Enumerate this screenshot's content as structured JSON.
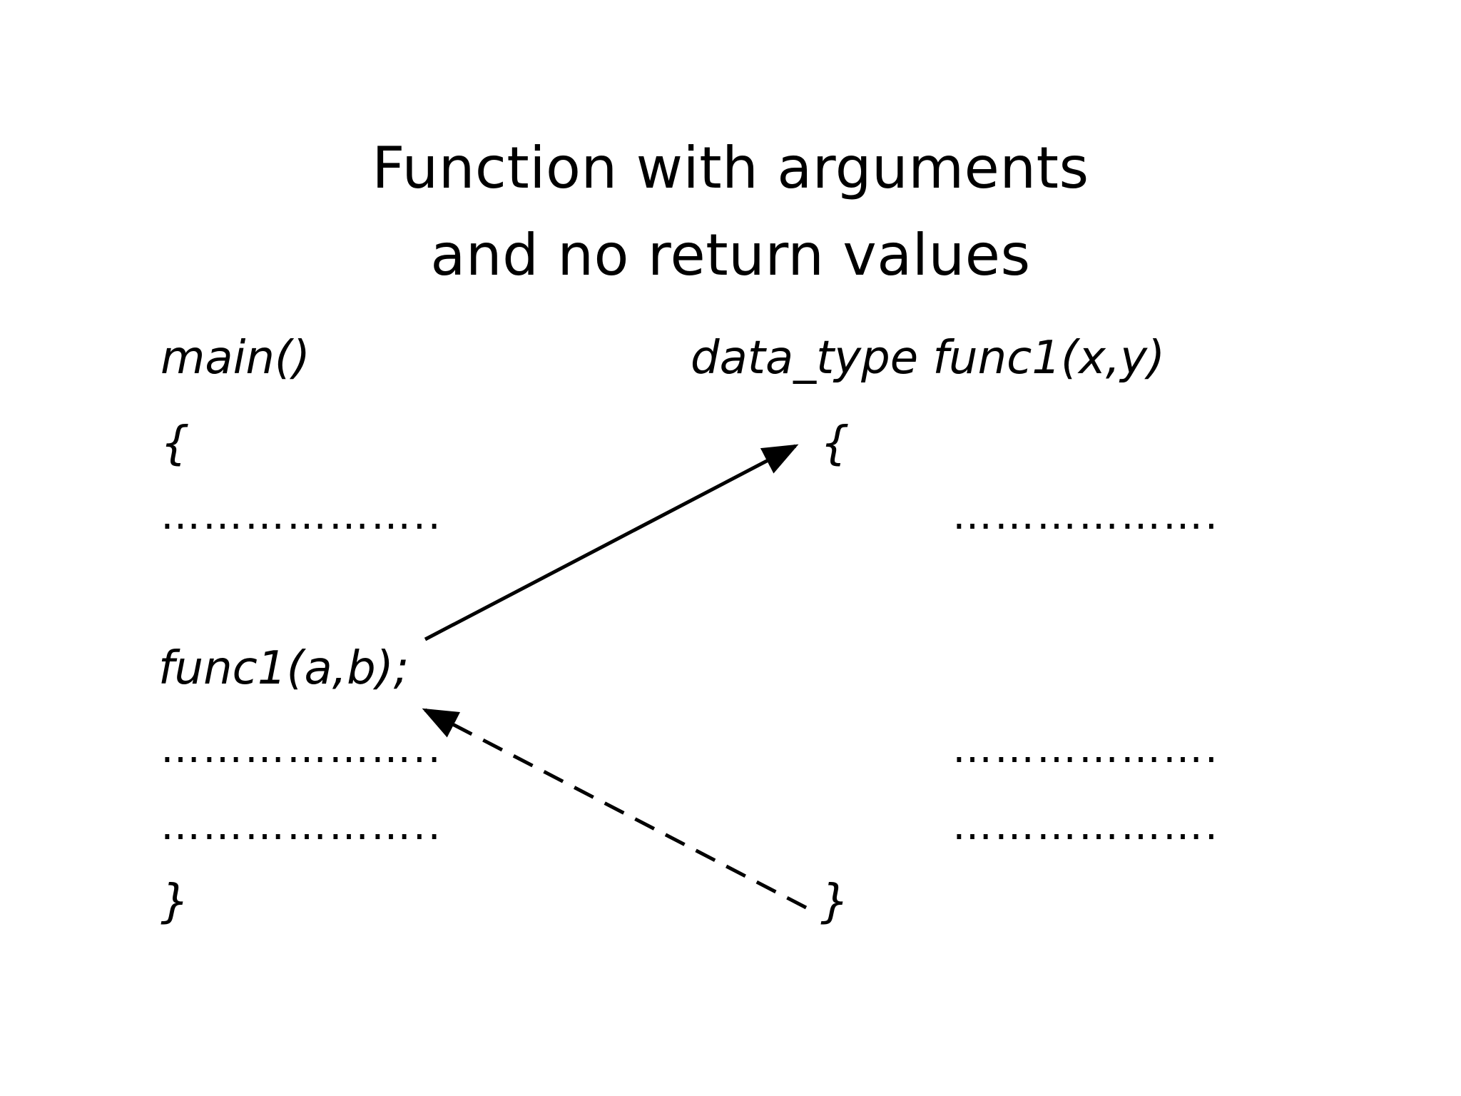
{
  "title": {
    "line1": "Function with arguments",
    "line2": "and no return values"
  },
  "caller": {
    "header": "main()",
    "open_brace": "{",
    "dots_before": "………………..",
    "call": "func1(a,b);",
    "dots_after_1": "………………..",
    "dots_after_2": "………………..",
    "close_brace": "}"
  },
  "callee": {
    "header": "data_type func1(x,y)",
    "open_brace": "{",
    "dots_1": "……………….",
    "dots_2": "……………….",
    "dots_3": "……………….",
    "close_brace": "}"
  },
  "arrows": {
    "call_arrow_style": "solid",
    "return_arrow_style": "dashed",
    "color": "#000000"
  }
}
